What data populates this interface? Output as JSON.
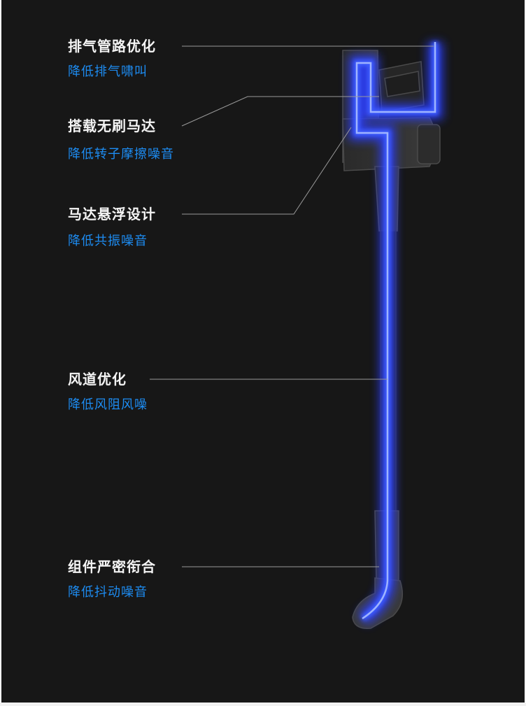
{
  "features": [
    {
      "title": "排气管路优化",
      "subtitle": "降低排气啸叫"
    },
    {
      "title": "搭载无刷马达",
      "subtitle": "降低转子摩擦噪音"
    },
    {
      "title": "马达悬浮设计",
      "subtitle": "降低共振噪音"
    },
    {
      "title": "风道优化",
      "subtitle": "降低风阻风噪"
    },
    {
      "title": "组件严密衔合",
      "subtitle": "降低抖动噪音"
    }
  ],
  "colors": {
    "background": "#171717",
    "title": "#f4f4f4",
    "subtitle": "#1d8cf2",
    "glow": "#2a3cff",
    "leader_line": "#9a9a9a"
  },
  "icons": [
    "vacuum-cleaner-illustration"
  ]
}
